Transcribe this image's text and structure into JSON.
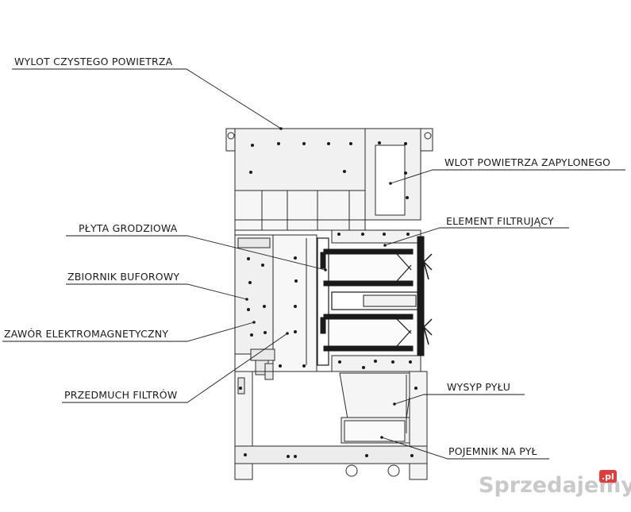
{
  "labels": {
    "clean_air_outlet": "WYLOT CZYSTEGO POWIETRZA",
    "dusty_air_inlet": "WLOT POWIETRZA ZAPYLONEGO",
    "partition_plate": "PŁYTA GRODZIOWA",
    "filter_element": "ELEMENT FILTRUJĄCY",
    "buffer_tank": "ZBIORNIK BUFOROWY",
    "solenoid_valve": "ZAWÓR ELEKTROMAGNETYCZNY",
    "filter_blowing": "PRZEDMUCH FILTRÓW",
    "dust_discharge": "WYSYP PYŁU",
    "dust_container": "POJEMNIK NA PYŁ"
  },
  "watermark": {
    "text": "Sprzedajemy",
    "badge": ".pl"
  },
  "colors": {
    "line": "#1a1a1a",
    "frame_gray": "#8a8a8a",
    "watermark": "#c9c9c9",
    "badge": "#e23b3b"
  }
}
